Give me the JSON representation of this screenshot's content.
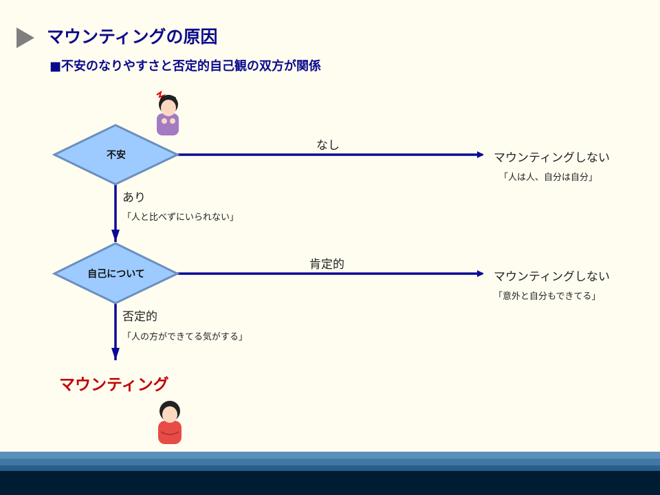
{
  "title": "マウンティングの原因",
  "subtitle": "■不安のなりやすさと否定的自己観の双方が関係",
  "decision1": {
    "label": "不安",
    "no_branch": {
      "label": "なし",
      "outcome": "マウンティングしない",
      "quote": "「人は人、自分は自分」"
    },
    "yes_branch": {
      "label": "あり",
      "quote": "「人と比べずにいられない」"
    }
  },
  "decision2": {
    "label": "自己について",
    "positive_branch": {
      "label": "肯定的",
      "outcome": "マウンティングしない",
      "quote": "「意外と自分もできてる」"
    },
    "negative_branch": {
      "label": "否定的",
      "quote": "「人の方ができてる気がする」"
    }
  },
  "result": "マウンティング",
  "colors": {
    "title": "#0a0a8c",
    "arrow": "#0a0a96",
    "diamond_fill": "#9dcbff",
    "diamond_stroke": "#6b8fbf",
    "result": "#c00000"
  }
}
